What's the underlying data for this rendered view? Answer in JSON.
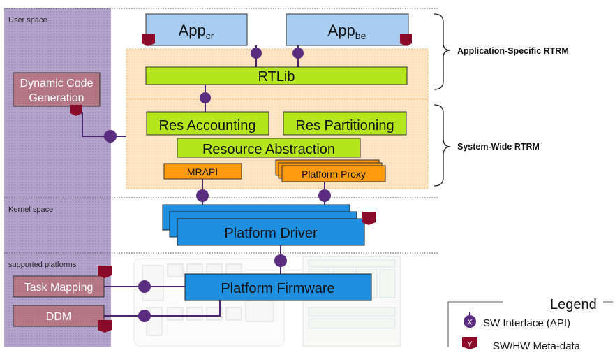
{
  "zones": {
    "user_space": "User space",
    "kernel_space": "Kernel space",
    "supported_platforms": "supported platforms"
  },
  "apps": {
    "cr": {
      "name": "App",
      "subscript": "cr"
    },
    "be": {
      "name": "App",
      "subscript": "be"
    }
  },
  "rtlib": "RTLib",
  "dynamic_code_generation": [
    "Dynamic Code",
    "Generation"
  ],
  "res_accounting": "Res Accounting",
  "res_partitioning": "Res Partitioning",
  "resource_abstraction": "Resource Abstraction",
  "mrapi": "MRAPI",
  "platform_proxy": "Platform Proxy",
  "platform_driver": "Platform Driver",
  "platform_firmware": "Platform Firmware",
  "task_mapping": "Task Mapping",
  "ddm": "DDM",
  "brackets": {
    "application_specific": "Application-Specific RTRM",
    "system_wide": "System-Wide RTRM"
  },
  "legend": {
    "title": "Legend",
    "api_marker": "X",
    "api_label": "SW Interface (API)",
    "meta_marker": "Y",
    "meta_label": "SW/HW Meta-data"
  },
  "colors": {
    "lavender_band": "#a998c4",
    "app_fill": "#a9cdf0",
    "green_fill": "#b5e61d",
    "rtrm_fill": "#fde4c4",
    "orange_fill": "#ff9a0f",
    "blue_fill": "#1f8fe0",
    "maroon_fill": "#b07080",
    "interface_dot": "#5a2d80",
    "metadata_flag": "#8b0a2a"
  }
}
